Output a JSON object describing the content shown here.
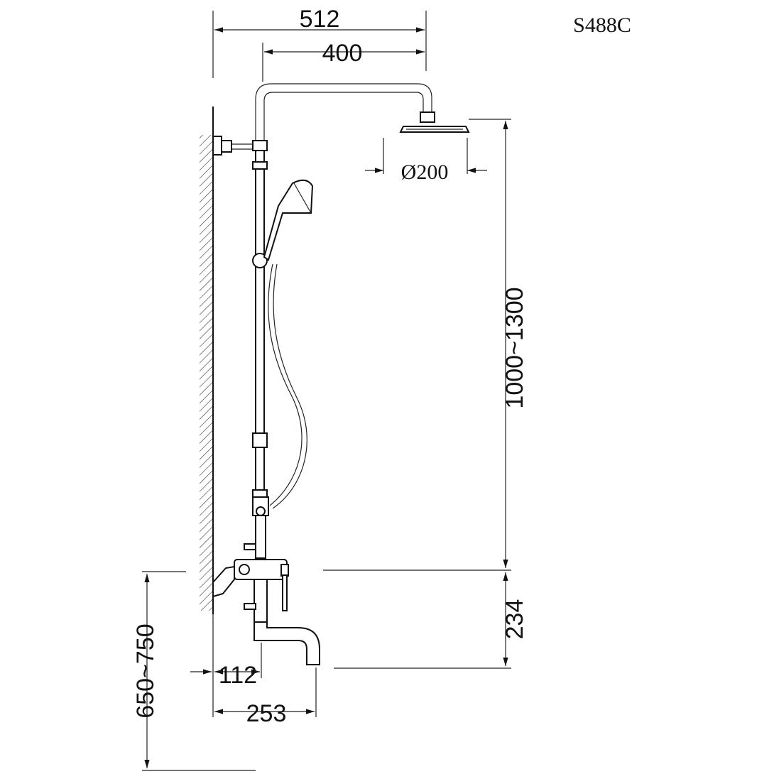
{
  "model": "S488C",
  "dimensions": {
    "overall_width": "512",
    "arm_length": "400",
    "head_diameter": "Ø200",
    "height_range": "1000~1300",
    "spout_height": "234",
    "wall_offset": "112",
    "spout_reach": "253",
    "mixer_height": "650~750"
  },
  "colors": {
    "line": "#111111",
    "background": "#ffffff"
  }
}
